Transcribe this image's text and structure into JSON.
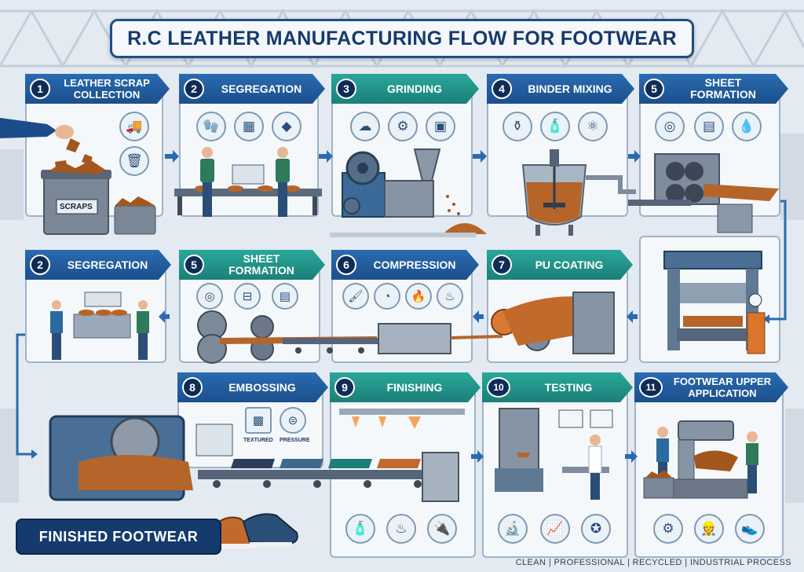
{
  "title": "R.C LEATHER MANUFACTURING FLOW FOR FOOTWEAR",
  "row1": [
    {
      "num": "1",
      "label": "LEATHER SCRAP COLLECTION",
      "color": "blue"
    },
    {
      "num": "2",
      "label": "SEGREGATION",
      "color": "blue"
    },
    {
      "num": "3",
      "label": "GRINDING",
      "color": "teal"
    },
    {
      "num": "4",
      "label": "BINDER MIXING",
      "color": "blue"
    },
    {
      "num": "5",
      "label": "SHEET FORMATION",
      "color": "blue"
    }
  ],
  "row2": [
    {
      "num": "2",
      "label": "SEGREGATION",
      "color": "blue"
    },
    {
      "num": "5",
      "label": "SHEET FORMATION",
      "color": "teal"
    },
    {
      "num": "6",
      "label": "COMPRESSION",
      "color": "blue"
    },
    {
      "num": "7",
      "label": "PU COATING",
      "color": "teal"
    }
  ],
  "row3": [
    {
      "num": "8",
      "label": "EMBOSSING",
      "color": "blue"
    },
    {
      "num": "9",
      "label": "FINISHING",
      "color": "teal"
    },
    {
      "num": "10",
      "label": "TESTING",
      "color": "teal"
    },
    {
      "num": "11",
      "label": "FOOTWEAR UPPER APPLICATION",
      "color": "blue"
    }
  ],
  "scraps_label": "SCRAPS",
  "embossing_options": [
    "TEXTURED",
    "PRESSURE"
  ],
  "finished_label": "FINISHED FOOTWEAR",
  "footer": "CLEAN | PROFESSIONAL | RECYCLED | INDUSTRIAL PROCESS",
  "colors": {
    "blue": "#1b4f8c",
    "teal": "#1b7f78",
    "navy": "#143a6e",
    "leather": "#b5652a"
  },
  "icons": {
    "step1": [
      "truck-icon",
      "bins-icon"
    ],
    "step2": [
      "gloves-icon",
      "sorting-tray-icon",
      "leather-piece-icon"
    ],
    "step3": [
      "dust-cloud-icon",
      "motor-icon",
      "grinder-icon"
    ],
    "step4": [
      "binder-jar-icon",
      "bottle-icon",
      "atom-icon"
    ],
    "step5": [
      "rollers-icon",
      "sheet-roll-icon",
      "water-drop-icon"
    ],
    "step5b": [
      "rollers-icon",
      "press-icon",
      "sheet-roll-icon"
    ],
    "step6": [
      "brush-icon",
      "gauge-icon",
      "flame-icon",
      "heat-icon"
    ],
    "step8": [
      "texture-icon",
      "pressure-icon"
    ],
    "step9": [
      "spray-bottle-icon",
      "heat-lamp-icon",
      "plug-icon"
    ],
    "step10": [
      "microscope-icon",
      "chart-icon",
      "quality-badge-icon"
    ],
    "step11": [
      "sewing-machine-icon",
      "worker-icon",
      "shoe-icon"
    ]
  }
}
